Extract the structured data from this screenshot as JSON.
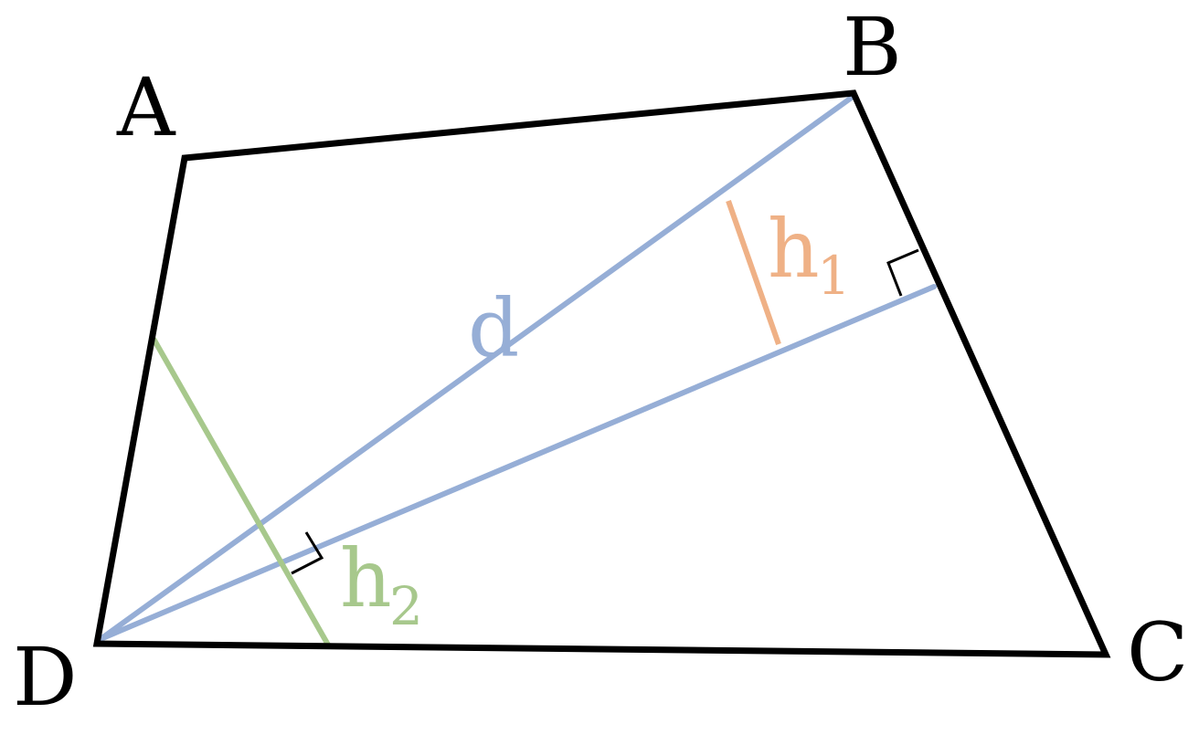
{
  "vertices": {
    "a": "A",
    "b": "B",
    "c": "C",
    "d": "D"
  },
  "labels": {
    "diagonal": "d",
    "height1_base": "h",
    "height1_sub": "1",
    "height2_base": "h",
    "height2_sub": "2"
  },
  "colors": {
    "outline": "#000000",
    "diagonal": "#96aed6",
    "height1": "#efb186",
    "height2": "#a7c88c"
  }
}
